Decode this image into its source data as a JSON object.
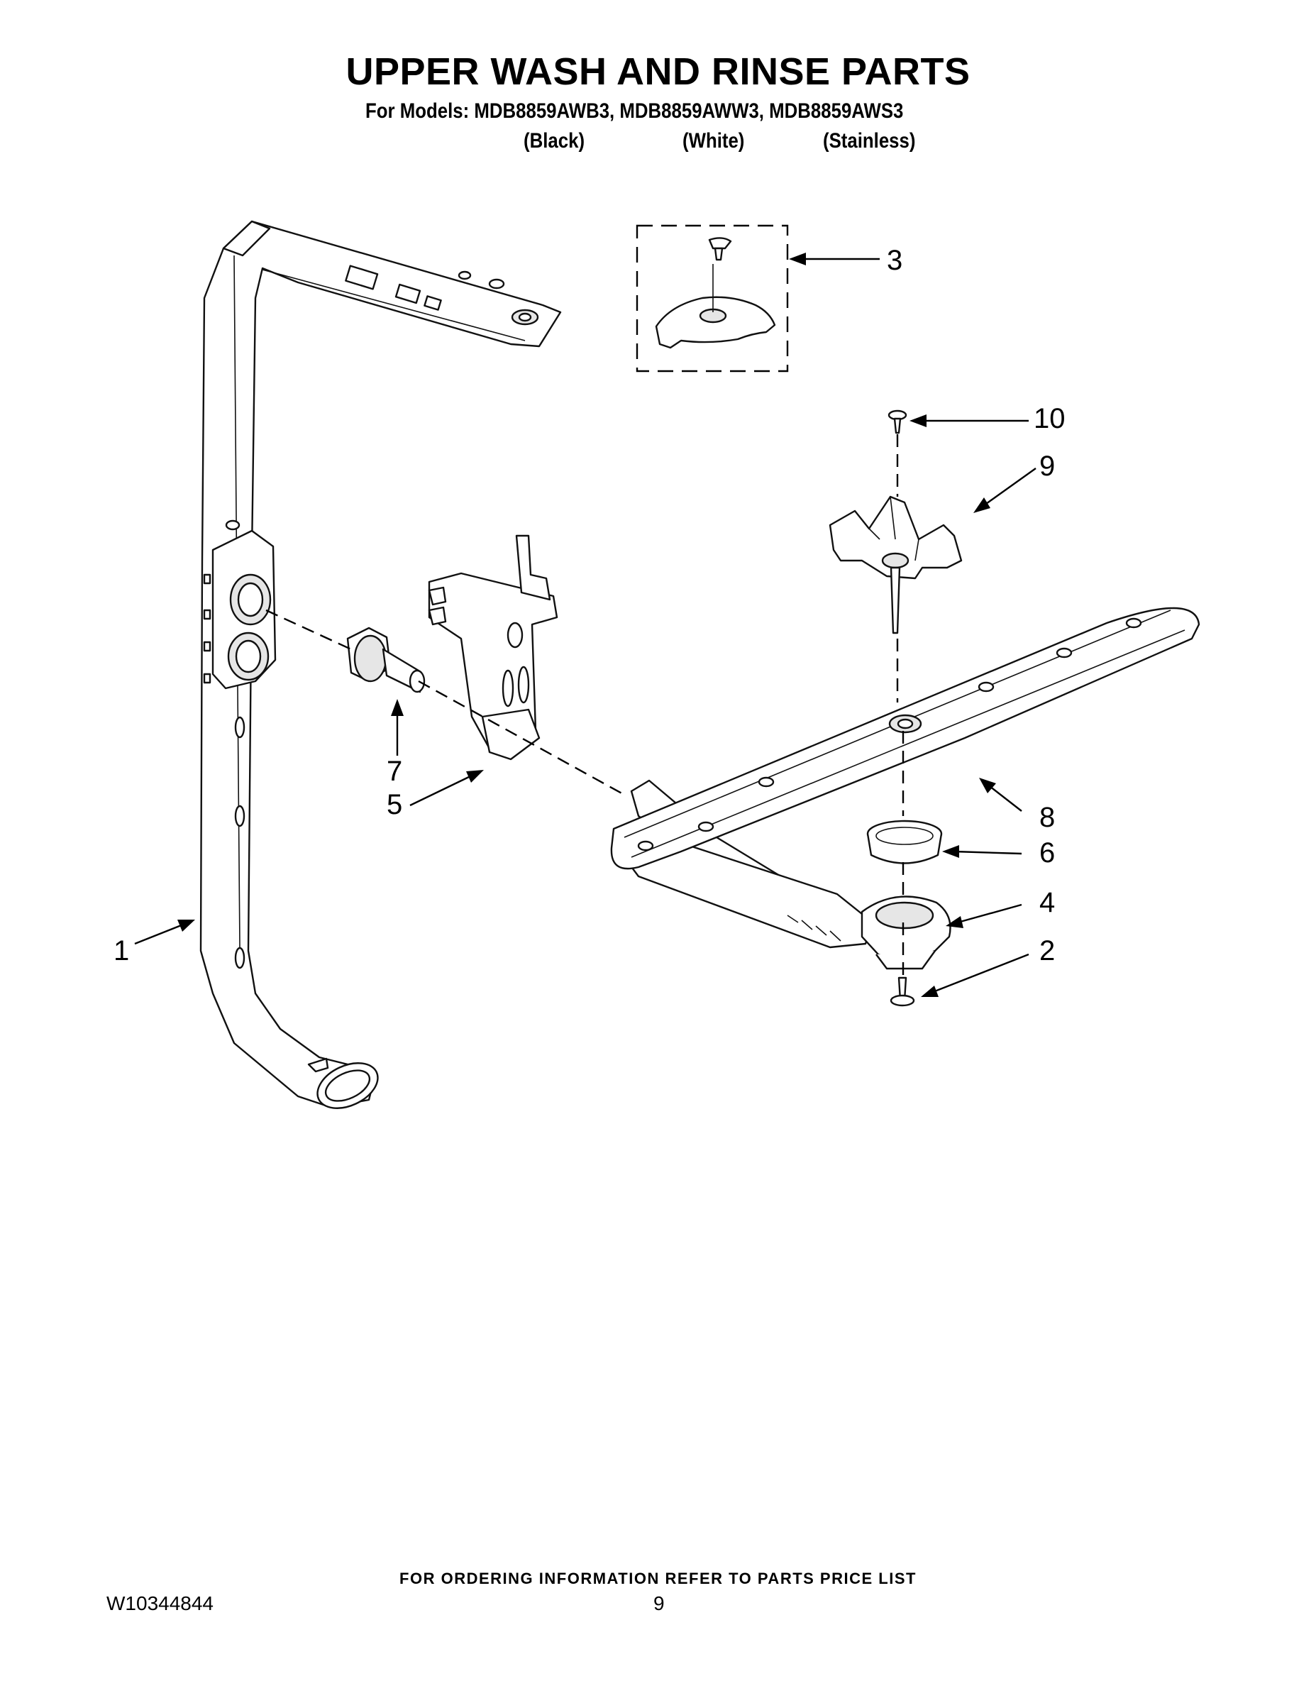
{
  "header": {
    "title": "UPPER WASH AND RINSE PARTS",
    "models_line": "For Models: MDB8859AWB3, MDB8859AWW3, MDB8859AWS3",
    "variants": [
      "(Black)",
      "(White)",
      "(Stainless)"
    ]
  },
  "callouts": [
    "1",
    "2",
    "3",
    "4",
    "5",
    "6",
    "7",
    "8",
    "9",
    "10"
  ],
  "footer": {
    "ordering_note": "FOR ORDERING INFORMATION REFER TO PARTS PRICE LIST",
    "document_number": "W10344844",
    "page_number": "9"
  }
}
